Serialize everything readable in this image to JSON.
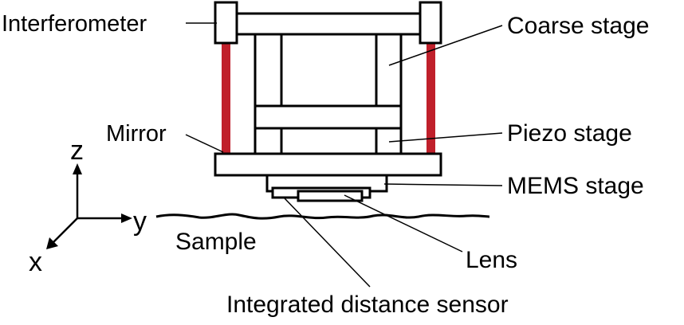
{
  "labels": {
    "interferometer": "Interferometer",
    "coarse_stage": "Coarse stage",
    "mirror": "Mirror",
    "piezo_stage": "Piezo stage",
    "mems_stage": "MEMS stage",
    "sample": "Sample",
    "lens": "Lens",
    "integrated_distance_sensor": "Integrated distance sensor"
  },
  "axes": {
    "z": "z",
    "y": "y",
    "x": "x"
  },
  "colors": {
    "mirror_beam": "#c0202b",
    "outline": "#000000",
    "fill": "#ffffff"
  }
}
